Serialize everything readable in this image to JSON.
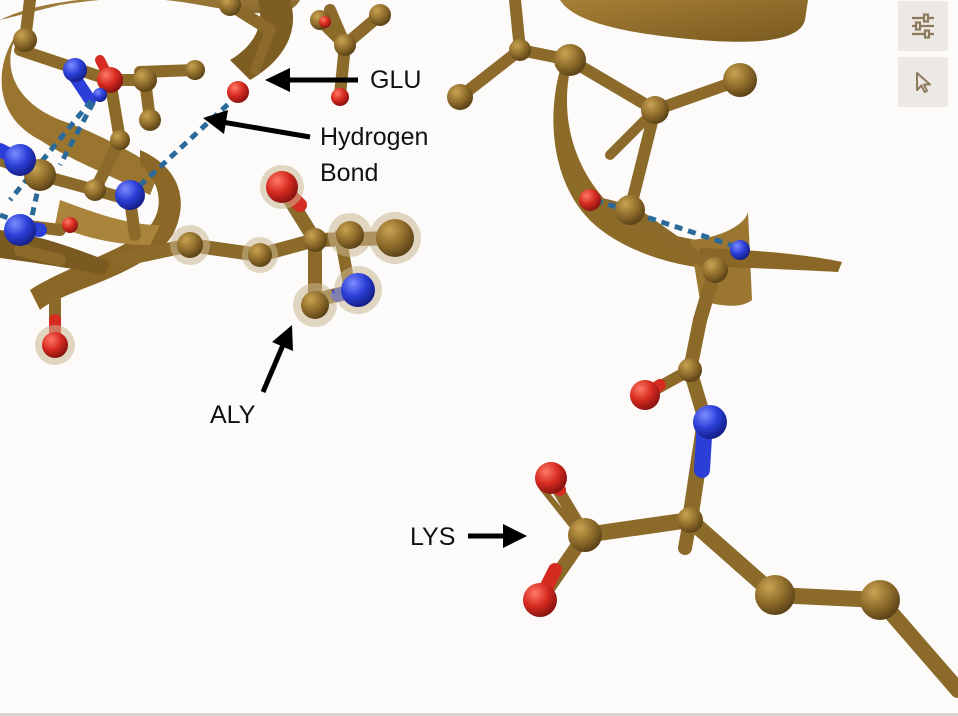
{
  "labels": {
    "glu": "GLU",
    "hbond_line1": "Hydrogen",
    "hbond_line2": "Bond",
    "aly": "ALY",
    "lys": "LYS"
  },
  "toolbar": {
    "settings_icon": "sliders-icon",
    "select_icon": "cursor-arrow-icon"
  },
  "colors": {
    "carbon": "#8b6a2a",
    "oxygen": "#d62b20",
    "nitrogen": "#2b3fd8",
    "hbond": "#2a6a9a",
    "highlight": "#c9b791",
    "background": "#fcfbfa",
    "toolbar_bg": "#ece9e4",
    "toolbar_icon": "#8c7a5c"
  }
}
